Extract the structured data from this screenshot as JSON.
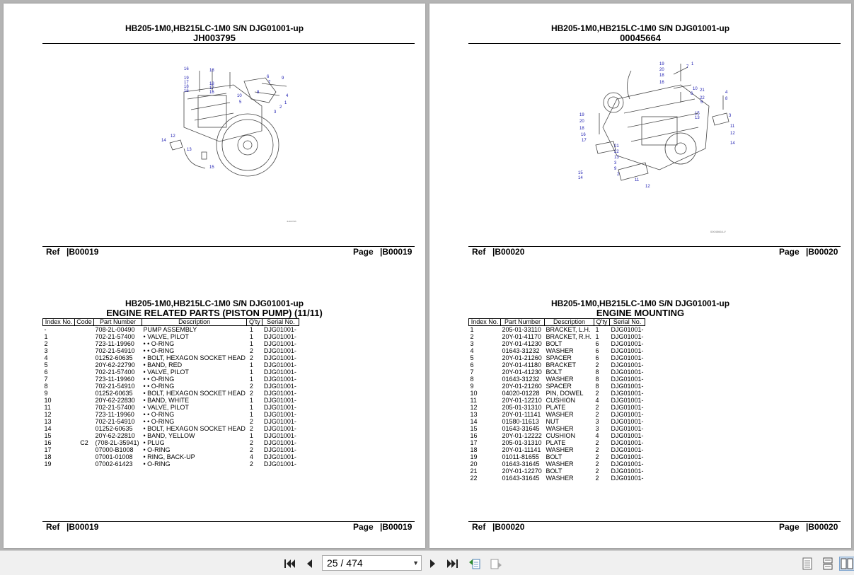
{
  "viewer": {
    "pages": [
      {
        "side": "left",
        "top": {
          "model": "HB205-1M0,HB215LC-1M0 S/N DJG01001-up",
          "code": "JH003795",
          "ref_label": "Ref",
          "ref_value": "|B00019",
          "page_label": "Page",
          "page_value": "|B00019",
          "drawing_callouts": [
            "16",
            "18",
            "19",
            "17",
            "18",
            "16",
            "18",
            "17",
            "16",
            "6",
            "9",
            "7",
            "10",
            "8",
            "5",
            "4",
            "1",
            "2",
            "3",
            "14",
            "12",
            "13",
            "15"
          ],
          "drawing_tag": "JH003795"
        },
        "bottom": {
          "model": "HB205-1M0,HB215LC-1M0 S/N DJG01001-up",
          "title": "ENGINE RELATED PARTS (PISTON PUMP) (11/11)",
          "ref_label": "Ref",
          "ref_value": "|B00019",
          "page_label": "Page",
          "page_value": "|B00019",
          "columns": [
            "Index No.",
            "Code",
            "Part Number",
            "Description",
            "Q'ty",
            "Serial No."
          ],
          "rows": [
            [
              "-",
              "",
              "708-2L-00490",
              "PUMP ASSEMBLY",
              "1",
              "DJG01001-"
            ],
            [
              "1",
              "",
              "702-21-57400",
              "• VALVE, PILOT",
              "1",
              "DJG01001-"
            ],
            [
              "2",
              "",
              "723-11-19960",
              "• • O-RING",
              "1",
              "DJG01001-"
            ],
            [
              "3",
              "",
              "702-21-54910",
              "• • O-RING",
              "2",
              "DJG01001-"
            ],
            [
              "4",
              "",
              "01252-60635",
              "• BOLT, HEXAGON SOCKET HEAD",
              "2",
              "DJG01001-"
            ],
            [
              "5",
              "",
              "20Y-62-22790",
              "• BAND, RED",
              "1",
              "DJG01001-"
            ],
            [
              "6",
              "",
              "702-21-57400",
              "• VALVE, PILOT",
              "1",
              "DJG01001-"
            ],
            [
              "7",
              "",
              "723-11-19960",
              "• • O-RING",
              "1",
              "DJG01001-"
            ],
            [
              "8",
              "",
              "702-21-54910",
              "• • O-RING",
              "2",
              "DJG01001-"
            ],
            [
              "9",
              "",
              "01252-60635",
              "• BOLT, HEXAGON SOCKET HEAD",
              "2",
              "DJG01001-"
            ],
            [
              "10",
              "",
              "20Y-62-22830",
              "• BAND, WHITE",
              "1",
              "DJG01001-"
            ],
            [
              "11",
              "",
              "702-21-57400",
              "• VALVE, PILOT",
              "1",
              "DJG01001-"
            ],
            [
              "12",
              "",
              "723-11-19960",
              "• • O-RING",
              "1",
              "DJG01001-"
            ],
            [
              "13",
              "",
              "702-21-54910",
              "• • O-RING",
              "2",
              "DJG01001-"
            ],
            [
              "14",
              "",
              "01252-60635",
              "• BOLT, HEXAGON SOCKET HEAD",
              "2",
              "DJG01001-"
            ],
            [
              "15",
              "",
              "20Y-62-22810",
              "• BAND, YELLOW",
              "1",
              "DJG01001-"
            ],
            [
              "16",
              "C2",
              "(708-2L-35941)",
              "• PLUG",
              "2",
              "DJG01001-"
            ],
            [
              "17",
              "",
              "07000-B1008",
              "• O-RING",
              "2",
              "DJG01001-"
            ],
            [
              "18",
              "",
              "07001-01008",
              "• RING, BACK-UP",
              "4",
              "DJG01001-"
            ],
            [
              "19",
              "",
              "07002-61423",
              "• O-RING",
              "2",
              "DJG01001-"
            ]
          ]
        }
      },
      {
        "side": "right",
        "top": {
          "model": "HB205-1M0,HB215LC-1M0 S/N DJG01001-up",
          "code": "00045664",
          "ref_label": "Ref",
          "ref_value": "|B00020",
          "page_label": "Page",
          "page_value": "|B00020",
          "drawing_callouts": [
            "19",
            "20",
            "18",
            "16",
            "1",
            "7",
            "10",
            "6",
            "21",
            "22",
            "5",
            "4",
            "8",
            "3",
            "15",
            "13",
            "11",
            "12",
            "14",
            "19",
            "20",
            "18",
            "16",
            "17",
            "15",
            "14",
            "21",
            "22",
            "13",
            "3",
            "9",
            "2",
            "11",
            "12"
          ],
          "drawing_tag": "00045664-V"
        },
        "bottom": {
          "model": "HB205-1M0,HB215LC-1M0 S/N DJG01001-up",
          "title": "ENGINE MOUNTING",
          "ref_label": "Ref",
          "ref_value": "|B00020",
          "page_label": "Page",
          "page_value": "|B00020",
          "columns": [
            "Index No.",
            "Part Number",
            "Description",
            "Q'ty",
            "Serial No."
          ],
          "rows": [
            [
              "1",
              "205-01-33110",
              "BRACKET, L.H.",
              "1",
              "DJG01001-"
            ],
            [
              "2",
              "20Y-01-41170",
              "BRACKET, R.H.",
              "1",
              "DJG01001-"
            ],
            [
              "3",
              "20Y-01-41230",
              "BOLT",
              "6",
              "DJG01001-"
            ],
            [
              "4",
              "01643-31232",
              "WASHER",
              "6",
              "DJG01001-"
            ],
            [
              "5",
              "20Y-01-21260",
              "SPACER",
              "6",
              "DJG01001-"
            ],
            [
              "6",
              "20Y-01-41180",
              "BRACKET",
              "2",
              "DJG01001-"
            ],
            [
              "7",
              "20Y-01-41230",
              "BOLT",
              "8",
              "DJG01001-"
            ],
            [
              "8",
              "01643-31232",
              "WASHER",
              "8",
              "DJG01001-"
            ],
            [
              "9",
              "20Y-01-21260",
              "SPACER",
              "8",
              "DJG01001-"
            ],
            [
              "10",
              "04020-01228",
              "PIN, DOWEL",
              "2",
              "DJG01001-"
            ],
            [
              "11",
              "20Y-01-12210",
              "CUSHION",
              "4",
              "DJG01001-"
            ],
            [
              "12",
              "205-01-31310",
              "PLATE",
              "2",
              "DJG01001-"
            ],
            [
              "13",
              "20Y-01-11141",
              "WASHER",
              "2",
              "DJG01001-"
            ],
            [
              "14",
              "01580-11613",
              "NUT",
              "3",
              "DJG01001-"
            ],
            [
              "15",
              "01643-31645",
              "WASHER",
              "3",
              "DJG01001-"
            ],
            [
              "16",
              "20Y-01-12222",
              "CUSHION",
              "4",
              "DJG01001-"
            ],
            [
              "17",
              "205-01-31310",
              "PLATE",
              "2",
              "DJG01001-"
            ],
            [
              "18",
              "20Y-01-11141",
              "WASHER",
              "2",
              "DJG01001-"
            ],
            [
              "19",
              "01011-81655",
              "BOLT",
              "2",
              "DJG01001-"
            ],
            [
              "20",
              "01643-31645",
              "WASHER",
              "2",
              "DJG01001-"
            ],
            [
              "21",
              "20Y-01-12270",
              "BOLT",
              "2",
              "DJG01001-"
            ],
            [
              "22",
              "01643-31645",
              "WASHER",
              "2",
              "DJG01001-"
            ]
          ]
        }
      }
    ]
  },
  "toolbar": {
    "page_indicator": "25 / 474",
    "icons": [
      "first-page-icon",
      "prev-page-icon",
      "next-page-icon",
      "last-page-icon",
      "page-back-icon",
      "page-forward-icon",
      "single-page-icon",
      "continuous-page-icon",
      "two-page-icon"
    ]
  }
}
